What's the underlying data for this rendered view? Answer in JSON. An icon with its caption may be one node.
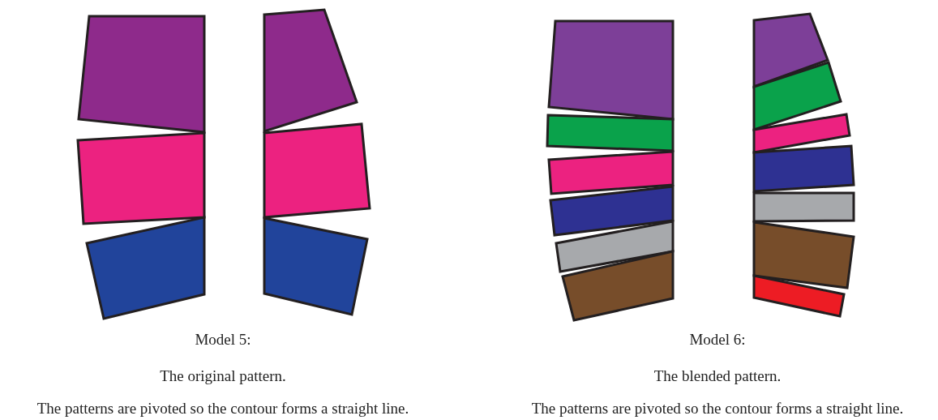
{
  "diagram": {
    "labels": [
      "Model 5:",
      "The original pattern.",
      "The patterns are pivoted so the contour forms a straight line.",
      "Model 6:",
      "The blended pattern.",
      "The patterns are pivoted so the contour forms a straight line."
    ]
  }
}
